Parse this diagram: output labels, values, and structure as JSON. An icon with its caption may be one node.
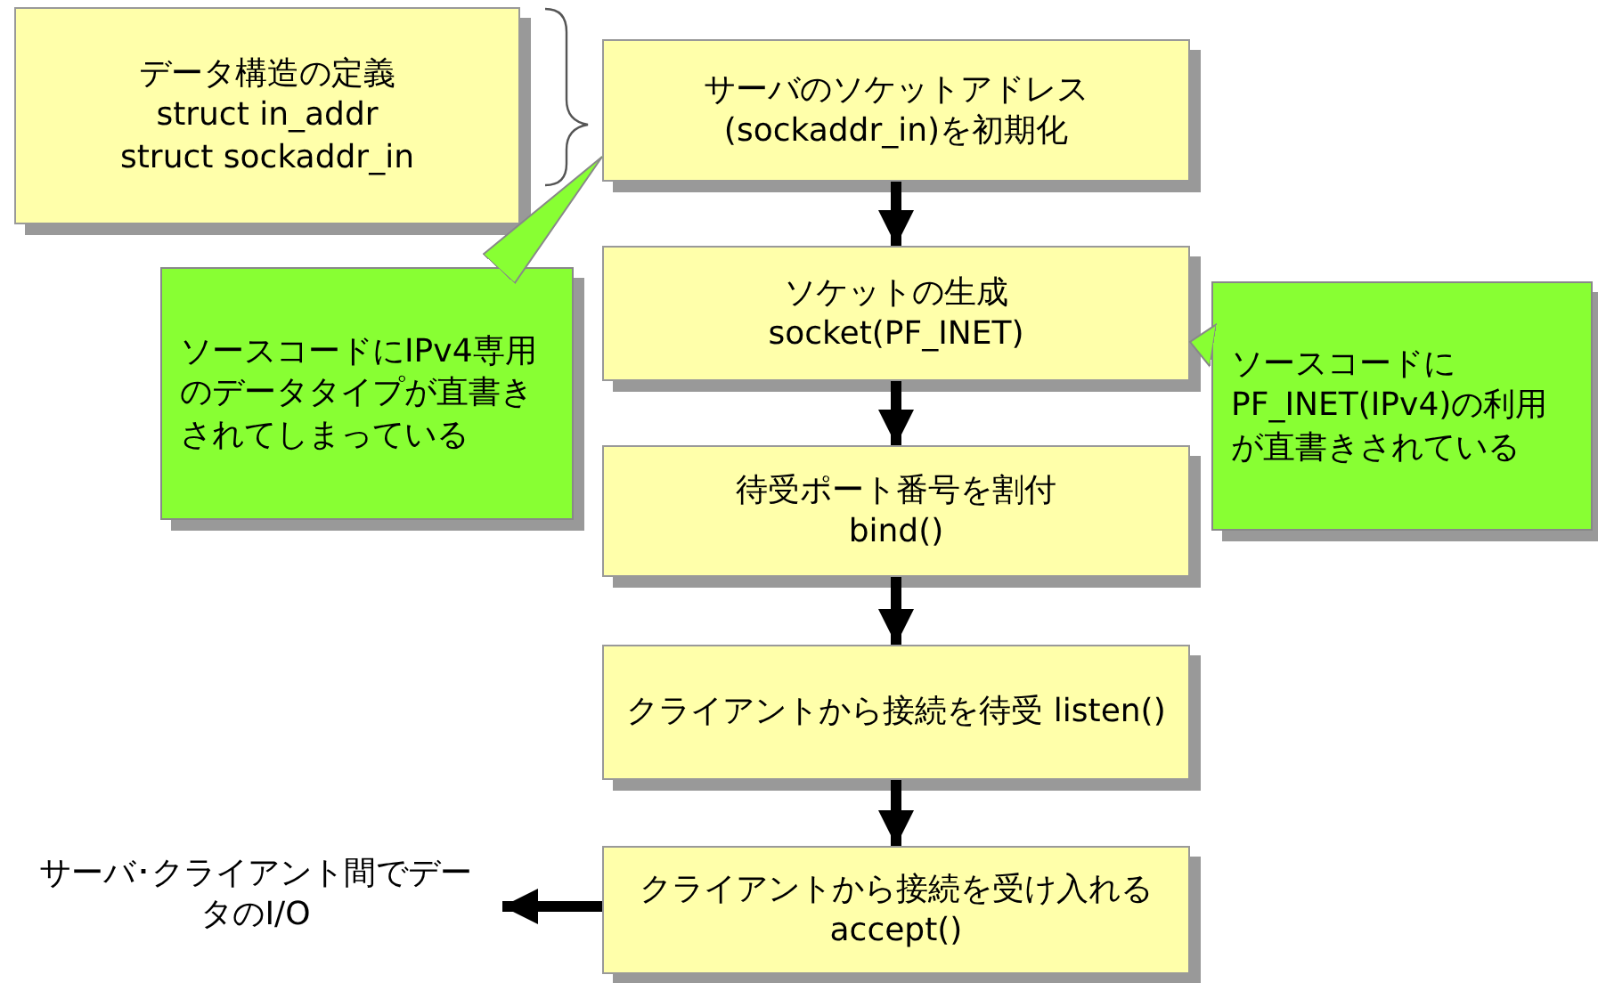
{
  "diagram": {
    "nodes": [
      {
        "text": [
          "データ構造の定義",
          "struct in_addr",
          "struct sockaddr_in"
        ]
      },
      {
        "text": [
          "サーバのソケットアドレス(sockaddr_in)を初期化"
        ]
      },
      {
        "text": [
          "ソケットの生成",
          "socket(PF_INET)"
        ]
      },
      {
        "text": [
          "待受ポート番号を割付",
          "bind()"
        ]
      },
      {
        "text": [
          "クライアントから接続を待受 listen()"
        ]
      },
      {
        "text": [
          "クライアントから接続を受け入れる accept()"
        ]
      },
      {
        "text": [
          "サーバ･クライアント間でデータのI/O"
        ]
      },
      {
        "text": [
          "ソースコードにIPv4専用のデータタイプが直書きされてしまっている"
        ]
      },
      {
        "text": [
          "ソースコードにPF_INET(IPv4)の利用が直書きされている"
        ]
      }
    ],
    "edges": [
      {
        "from": 1,
        "to": 2,
        "arrow": "to"
      },
      {
        "from": 2,
        "to": 3,
        "arrow": "to"
      },
      {
        "from": 3,
        "to": 4,
        "arrow": "to"
      },
      {
        "from": 4,
        "to": 5,
        "arrow": "to"
      },
      {
        "from": 5,
        "to": 6,
        "arrow": "to"
      },
      {
        "from": 7,
        "to": 1,
        "arrow": "to",
        "color": "#88ff33"
      },
      {
        "from": 8,
        "to": 2,
        "arrow": "to",
        "color": "#88ff33"
      }
    ]
  }
}
